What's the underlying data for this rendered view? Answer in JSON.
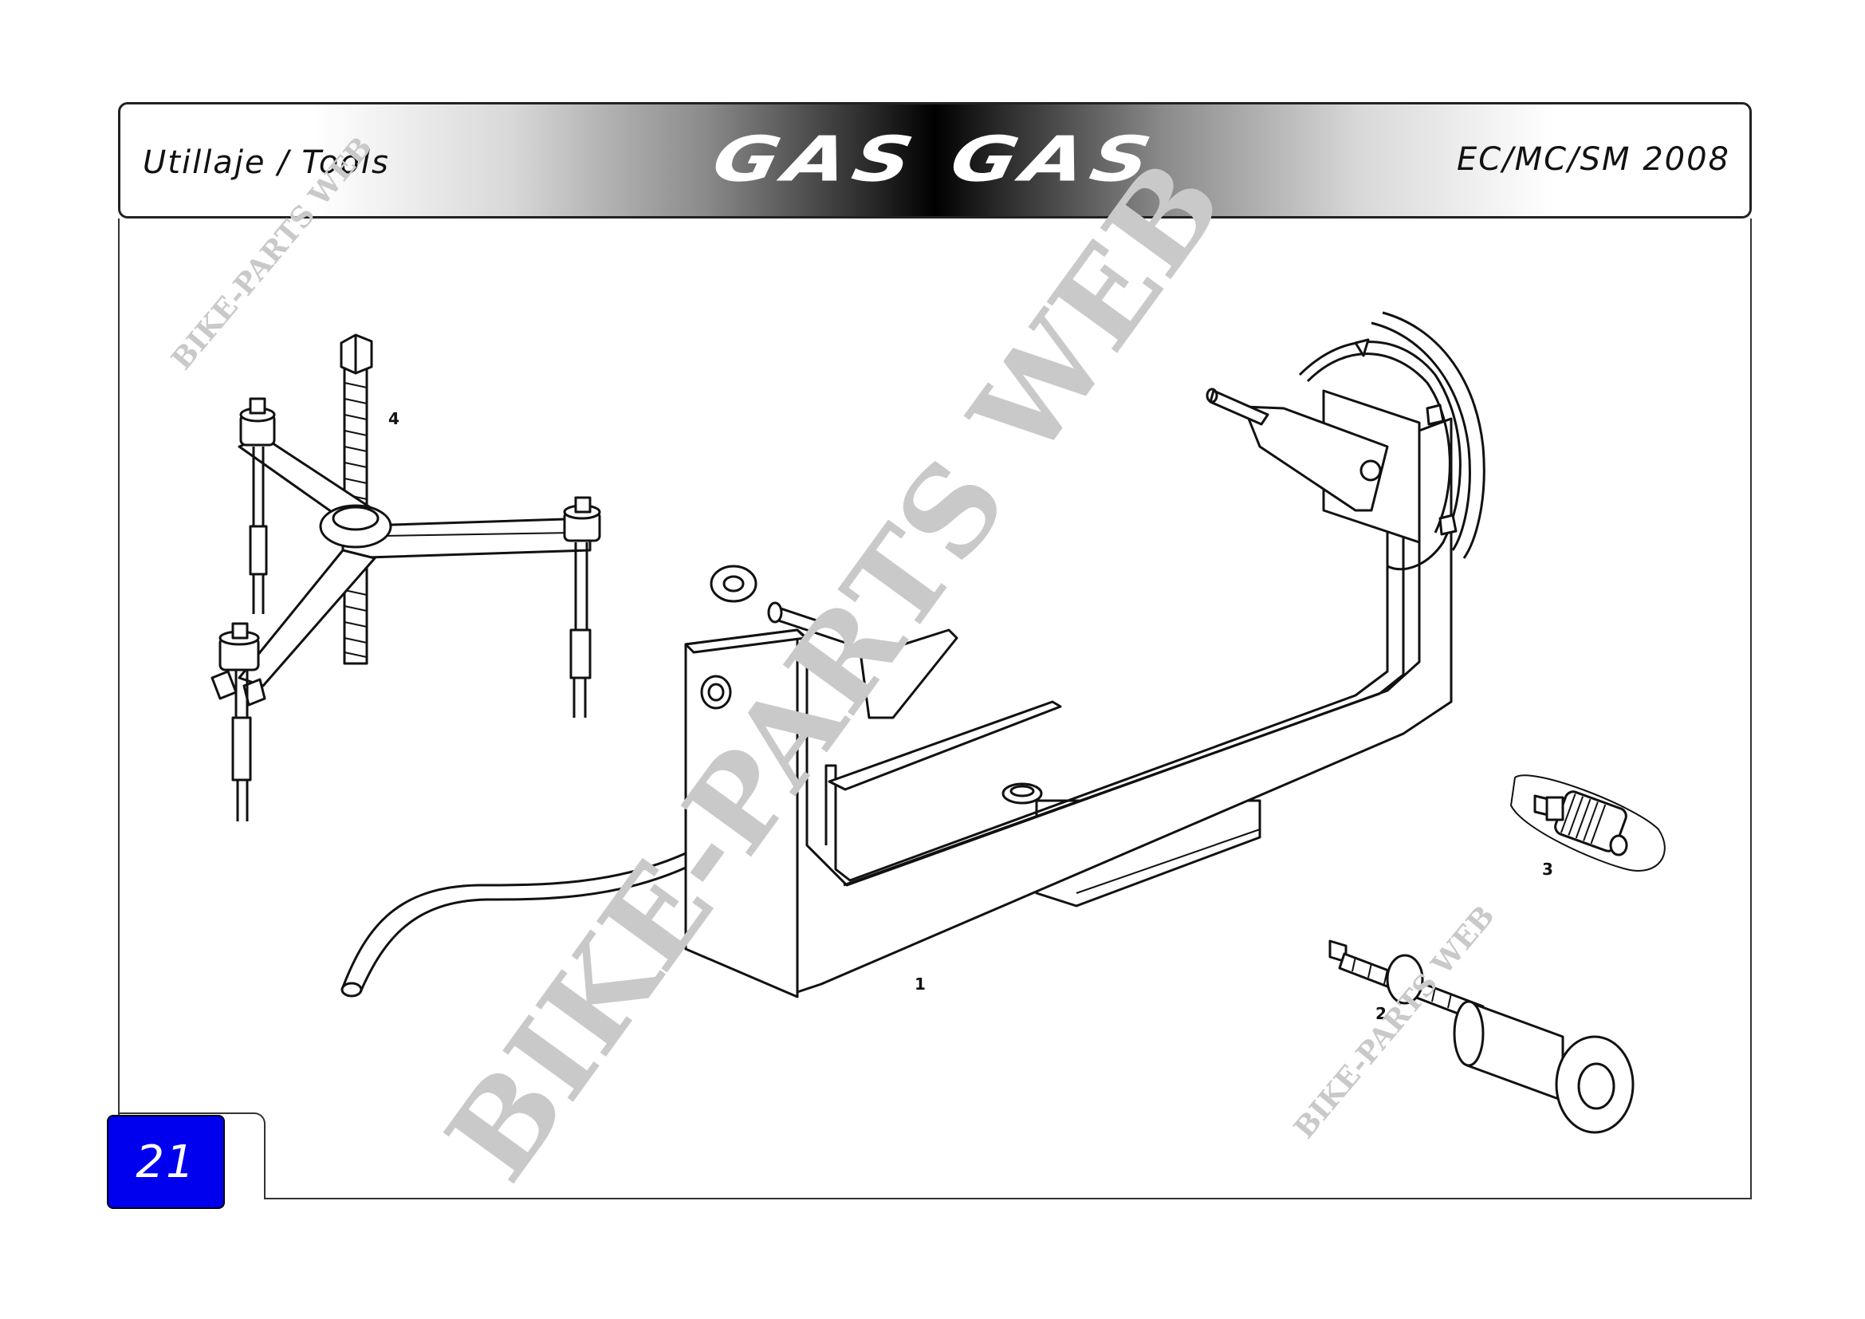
{
  "header": {
    "left_title": "Utillaje / Tools",
    "brand": "GAS GAS",
    "right_title": "EC/MC/SM 2008"
  },
  "page": {
    "number": "21"
  },
  "callouts": [
    "1",
    "2",
    "3",
    "4"
  ],
  "watermark": {
    "large": "BIKE-PARTS WEB",
    "small": "BIKE-PARTS WEB"
  },
  "colors": {
    "page_tab": "#0000ee",
    "line": "#111111",
    "watermark": "#c9c9c9"
  }
}
